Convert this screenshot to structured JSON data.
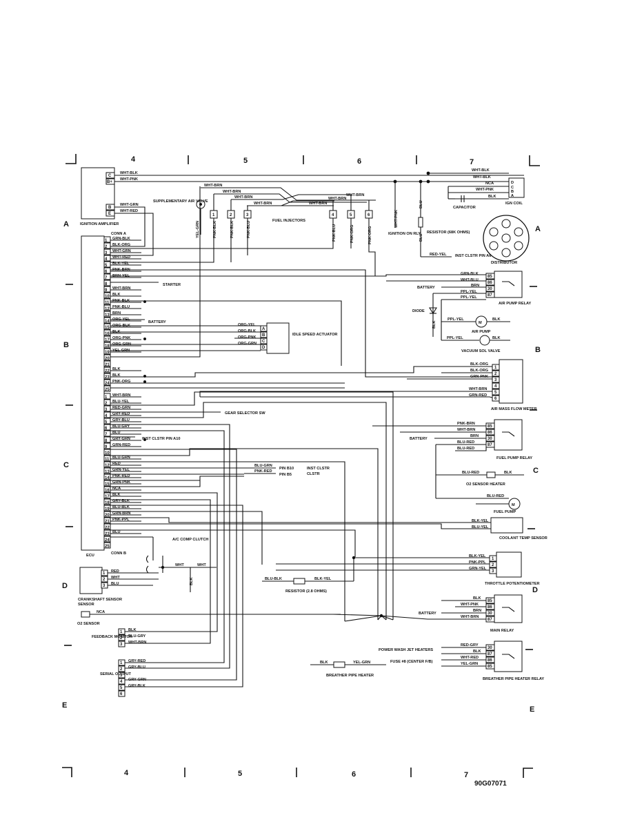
{
  "diagram_id": "90G07071",
  "zones": {
    "top": [
      "4",
      "5",
      "6",
      "7"
    ],
    "bottom": [
      "4",
      "5",
      "6",
      "7"
    ],
    "left": [
      "A",
      "B",
      "C",
      "D",
      "E"
    ],
    "right": [
      "A",
      "B",
      "C",
      "D",
      "E"
    ]
  },
  "components": {
    "ignition_amplifier": "IGNITION AMPLIFIER",
    "ign_amp_pins": [
      "C",
      "B+",
      "B",
      "E"
    ],
    "ecu": "ECU",
    "conn_a": "CONN A",
    "conn_b": "CONN B",
    "supplementary_air_valve": "SUPPLEMENTARY AIR VALVE",
    "fuel_injectors": "FUEL INJECTORS",
    "injector_numbers": [
      "1",
      "2",
      "3",
      "4",
      "5",
      "6"
    ],
    "ignition_on_rly": "IGNITION ON RLY",
    "resistor_68k": "RESISTOR (68K OHMS)",
    "inst_clstr_pin_a6": "INST CLSTR PIN A6",
    "distributor": "DISTRIBUTOR",
    "capacitor": "CAPACITOR",
    "ign_coil": "IGN COIL",
    "ign_coil_pins": [
      "D",
      "C",
      "B",
      "A"
    ],
    "starter": "STARTER",
    "battery": "BATTERY",
    "idle_speed_actuator": "IDLE SPEED ACTUATOR",
    "isa_pins": [
      "A",
      "B",
      "C",
      "D"
    ],
    "air_pump_relay": "AIR PUMP RELAY",
    "diode": "DIODE",
    "air_pump": "AIR PUMP",
    "vacuum_sol_valve": "VACUUM SOL VALVE",
    "air_mass_flow_meter": "AIR MASS FLOW METER",
    "gear_selector_sw": "GEAR SELECTOR SW",
    "inst_clstr_pin_a10": "INST CLSTR PIN A10",
    "pin_b10": "PIN B10",
    "pin_b5": "PIN B5",
    "inst_clstr": "INST CLSTR",
    "fuel_pump_relay": "FUEL PUMP RELAY",
    "o2_sensor_heater": "O2 SENSOR HEATER",
    "fuel_pump": "FUEL PUMP",
    "ac_comp_clutch": "A/C COMP CLUTCH",
    "coolant_temp_sensor": "COOLANT TEMP SENSOR",
    "throttle_potentiometer": "THROTTLE POTENTIOMETER",
    "crankshaft_sensor": "CRANKSHAFT SENSOR",
    "resistor_28": "RESISTOR (2.8 OHMS)",
    "o2_sensor": "O2 SENSOR",
    "main_relay": "MAIN RELAY",
    "feedback_monitor": "FEEDBACK MONITOR",
    "power_wash_jet_heaters": "POWER WASH JET HEATERS",
    "fuse_8": "FUSE #8 (CENTER F/B)",
    "breather_pipe_heater": "BREATHER PIPE HEATER",
    "breather_pipe_heater_relay": "BREATHER PIPE HEATER RELAY",
    "serial_output": "SERIAL OUTPUT",
    "relay_pins": [
      "85",
      "86",
      "30",
      "87"
    ]
  },
  "wires": {
    "ign_amp": [
      "WHT-BLK",
      "WHT-PNK",
      "WHT-GRN",
      "WHT-RED"
    ],
    "coil": [
      "WHT-BLK",
      "WHT-BLK",
      "NCA",
      "WHT-PNK",
      "BLK"
    ],
    "injector_bus": [
      "WHT-BRN",
      "WHT-BRN",
      "WHT-BRN",
      "WHT-BRN",
      "WHT-BRN",
      "WHT-BRN"
    ],
    "injectors": [
      "YEL-GRN",
      "PNK-BLK",
      "PNK-BLK",
      "PNK-BLU",
      "PNK-BLU",
      "PNK-ORG",
      "PNK-ORG"
    ],
    "wht_pnk": "WHT-PNK",
    "blu": "BLU",
    "red_yel": "RED-YEL",
    "air_pump_relay": [
      "GRN-BLK",
      "WHT-BLU",
      "BRN",
      "PPL-YEL",
      "PPL-YEL"
    ],
    "air_pump": [
      "PPL-YEL",
      "BLK"
    ],
    "vacuum_sol": [
      "PPL-YEL",
      "BLK"
    ],
    "diode_gnd": "BLK",
    "idle_actuator": [
      "ORG-YEL",
      "ORG-BLK",
      "ORG-PNK",
      "ORG-GRN"
    ],
    "mass_air": [
      "BLK-ORG",
      "BLK-ORG",
      "GRN-PNK",
      "WHT-BRN",
      "GRN-RED"
    ],
    "fuel_pump_relay": [
      "PNK-BRN",
      "WHT-BRN",
      "BRN",
      "BLU-RED",
      "BLU-RED"
    ],
    "o2_heater": [
      "BLU-RED",
      "BLK"
    ],
    "fuel_pump": "BLU-RED",
    "coolant": [
      "BLK-YEL",
      "BLU-YEL"
    ],
    "throttle": [
      "BLK-YEL",
      "PNK-PPL",
      "GRN-YEL"
    ],
    "main_relay": [
      "BLK",
      "WHT-PNK",
      "BRN",
      "WHT-BRN"
    ],
    "breather_relay": [
      "RED-GRY",
      "BLK",
      "WHT-RED",
      "YEL-GRN"
    ],
    "breather_heater": [
      "BLK",
      "YEL-GRN"
    ],
    "inst_clstr": [
      "BLU-GRN",
      "PNK-RED"
    ],
    "crank": [
      "RED",
      "WHT",
      "BLU"
    ],
    "crank_branch": [
      "WHT",
      "WHT",
      "BLK"
    ],
    "resistor": [
      "BLU-BLK",
      "BLK-YEL"
    ],
    "o2": "NCA",
    "feedback": [
      "BLK",
      "BLU-GRY",
      "WHT-BRN"
    ],
    "serial": [
      "GRY-RED",
      "GRY-BLU",
      "GRY-GRN",
      "GRY-BLK"
    ]
  },
  "ecu_conn_a": [
    {
      "n": "1",
      "w": "GRN-BLK"
    },
    {
      "n": "2",
      "w": "BLK-ORG"
    },
    {
      "n": "3",
      "w": "WHT-GRN"
    },
    {
      "n": "4",
      "w": "WHT-RED"
    },
    {
      "n": "5",
      "w": "BLK-YEL"
    },
    {
      "n": "6",
      "w": "PNK-BRN"
    },
    {
      "n": "7",
      "w": "BRN-YEL"
    },
    {
      "n": "8",
      "w": ""
    },
    {
      "n": "9",
      "w": "WHT-BRN"
    },
    {
      "n": "10",
      "w": "BLK"
    },
    {
      "n": "11",
      "w": "PNK-BLK"
    },
    {
      "n": "12",
      "w": "PNK-BLU"
    },
    {
      "n": "13",
      "w": "BRN"
    },
    {
      "n": "14",
      "w": "ORG-YEL"
    },
    {
      "n": "15",
      "w": "ORG-BLK"
    },
    {
      "n": "16",
      "w": "BLK"
    },
    {
      "n": "17",
      "w": "ORG-PNK"
    },
    {
      "n": "18",
      "w": "ORG-GRN"
    },
    {
      "n": "19",
      "w": "YEL-GRN"
    },
    {
      "n": "20",
      "w": ""
    },
    {
      "n": "21",
      "w": ""
    },
    {
      "n": "22",
      "w": "BLK"
    },
    {
      "n": "23",
      "w": "BLK"
    },
    {
      "n": "24",
      "w": "PNK-ORG"
    },
    {
      "n": "25",
      "w": ""
    }
  ],
  "ecu_conn_b": [
    {
      "n": "1",
      "w": "WHT-BRN"
    },
    {
      "n": "2",
      "w": "BLU-YEL"
    },
    {
      "n": "3",
      "w": "RED-GRN"
    },
    {
      "n": "4",
      "w": "GRY-RED"
    },
    {
      "n": "5",
      "w": "GRY-BLU"
    },
    {
      "n": "6",
      "w": "BLU-GRY"
    },
    {
      "n": "7",
      "w": "BLU"
    },
    {
      "n": "8",
      "w": "GRY-GRN"
    },
    {
      "n": "9",
      "w": "GRN-RED"
    },
    {
      "n": "10",
      "w": ""
    },
    {
      "n": "11",
      "w": "BLU-GRN"
    },
    {
      "n": "12",
      "w": "RED"
    },
    {
      "n": "13",
      "w": "GRN-YEL"
    },
    {
      "n": "14",
      "w": "PNK-RED"
    },
    {
      "n": "15",
      "w": "GRN-PNK"
    },
    {
      "n": "16",
      "w": "NCA"
    },
    {
      "n": "17",
      "w": "BLK"
    },
    {
      "n": "18",
      "w": "GRY-BLK"
    },
    {
      "n": "19",
      "w": "BLU-BLK"
    },
    {
      "n": "20",
      "w": "GRN-BRN"
    },
    {
      "n": "21",
      "w": "PNK-PPL"
    },
    {
      "n": "22",
      "w": ""
    },
    {
      "n": "23",
      "w": "BLU"
    },
    {
      "n": "24",
      "w": ""
    },
    {
      "n": "25",
      "w": ""
    }
  ]
}
